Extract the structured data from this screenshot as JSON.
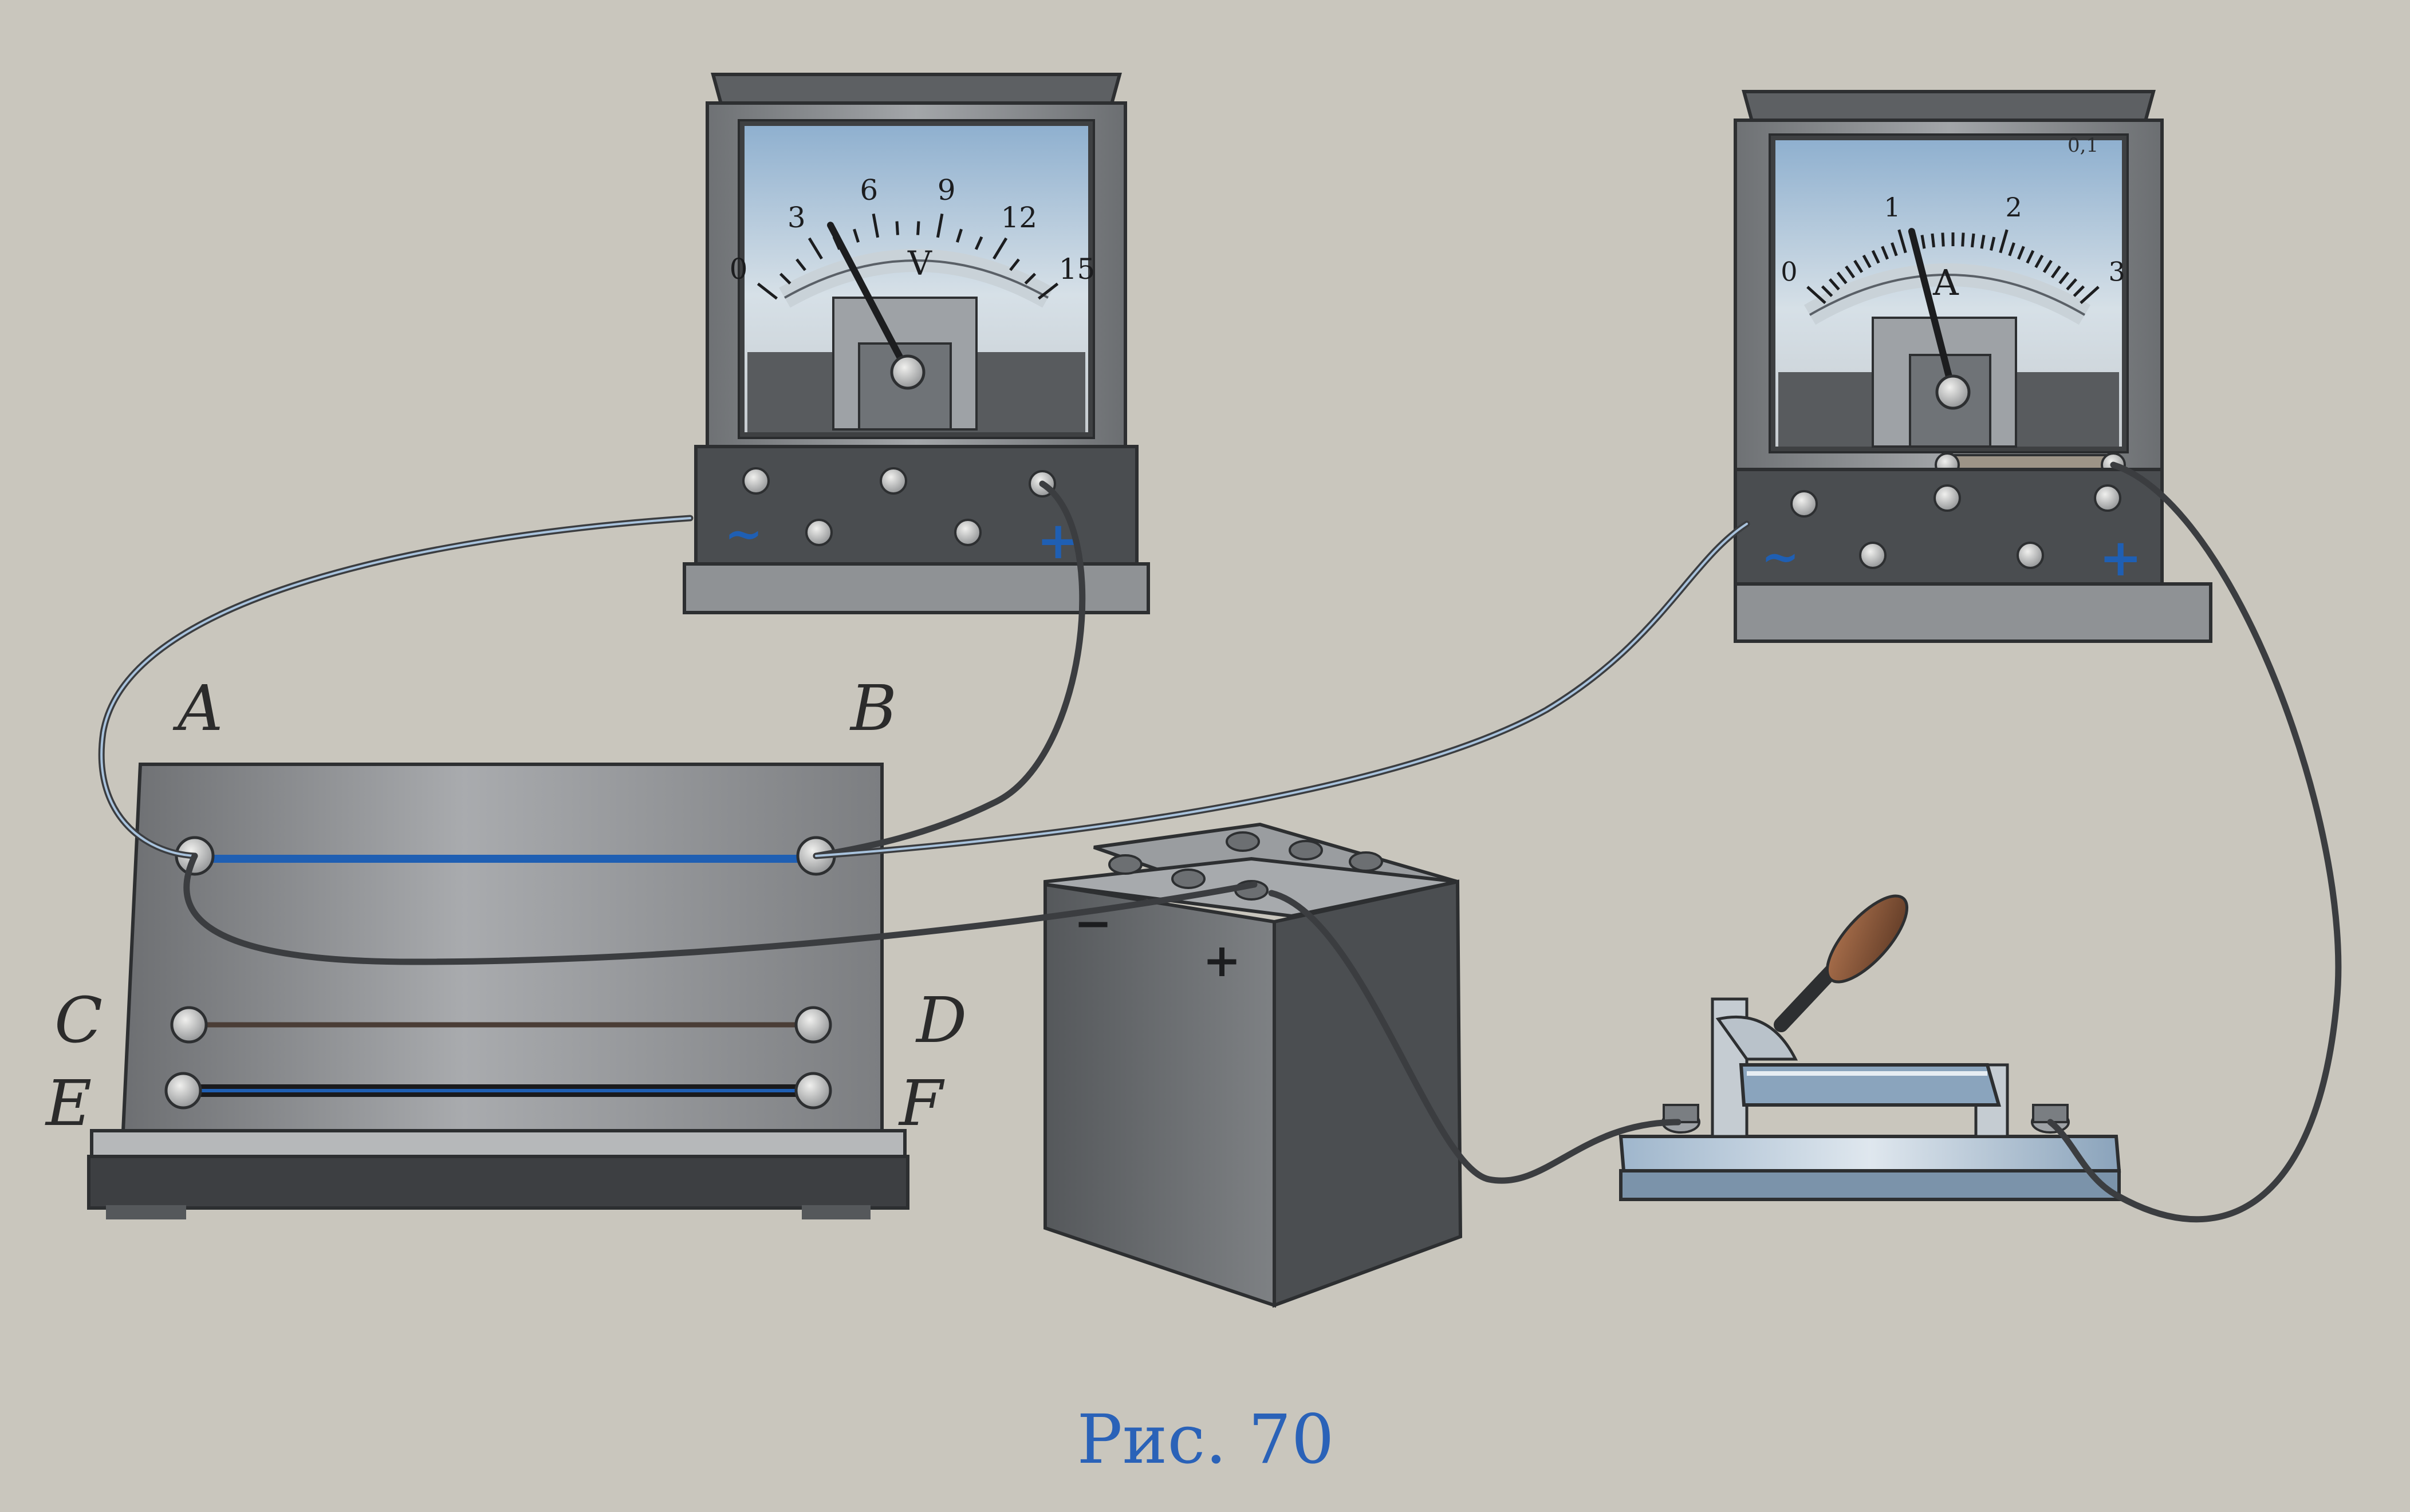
{
  "figure": {
    "caption": "Рис. 70"
  },
  "voltmeter": {
    "scale_labels": [
      "0",
      "3",
      "6",
      "9",
      "12",
      "15"
    ],
    "unit": "V",
    "reading": 3.5,
    "scale_max": 15,
    "minus_sign": "~",
    "plus_sign": "+"
  },
  "ammeter": {
    "scale_labels": [
      "0",
      "1",
      "2",
      "3"
    ],
    "unit": "A",
    "corner_mark": "0,1",
    "reading": 1.05,
    "scale_max": 3,
    "minus_sign": "~",
    "plus_sign": "+"
  },
  "wire_board": {
    "terminals": {
      "a": "A",
      "b": "B",
      "c": "C",
      "d": "D",
      "e": "E",
      "f": "F"
    }
  },
  "battery": {
    "minus_sign": "−",
    "plus_sign": "+"
  },
  "colors": {
    "page": "#c9c6bd",
    "meter_body": "#8a8c8e",
    "meter_face": "#b7ccdf",
    "accent_blue": "#1f5fb3",
    "wire": "#3b3d40",
    "caption": "#2a62b8"
  }
}
